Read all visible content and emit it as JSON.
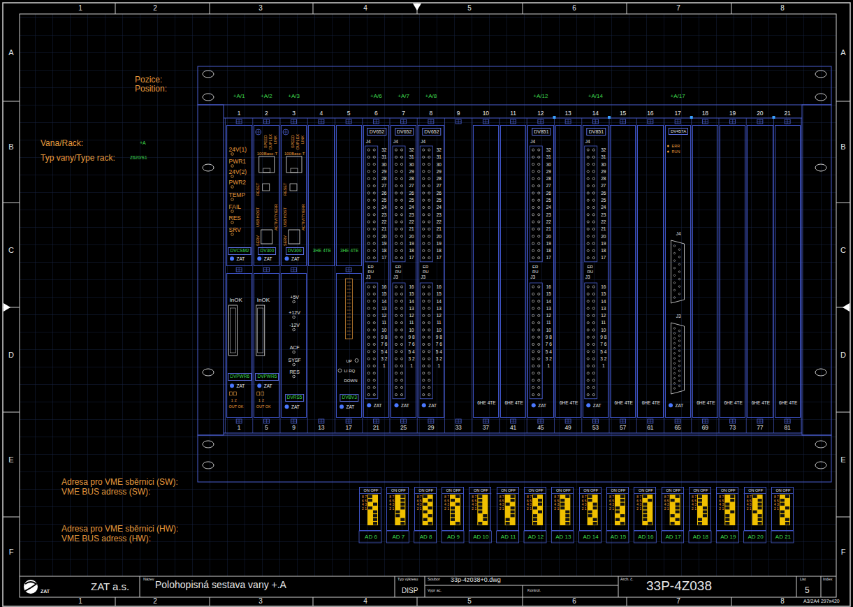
{
  "diagram": {
    "title": "Polohopisná sestava vany +.A",
    "nodes": [
      {
        "text": [
          "24V(1)",
          "PWR1",
          "24V(2)",
          "PWR2",
          "TEMP",
          "FAIL",
          "RES",
          "SRV",
          "DVCSM2",
          "ZAT"
        ]
      },
      {
        "text": [
          "SPEED",
          "DUPLEX",
          "LINK",
          "100Base-T",
          "RESET",
          "USB HOST",
          "ACTIVITY/ERR",
          "SERV",
          "DV300",
          "ZAT"
        ]
      },
      {
        "text": [
          "SPEED",
          "DUPLEX",
          "LINK",
          "100Base-T",
          "RESET",
          "USB HOST",
          "ACTIVITY/ERR",
          "SERV",
          "DV300",
          "ZAT"
        ]
      },
      {
        "text": [
          "3HE 4TE"
        ]
      },
      {
        "text": [
          "3HE 4TE"
        ]
      },
      {
        "text": [
          "DV652",
          "J4",
          "32 31 30 29 28 27 26 25 24 23 22 21 20 19 18 17",
          "ER RU",
          "J3",
          "16 15 14 13 12 11 10 9 8 7 6 5 4 3 2 1",
          "ZAT"
        ]
      },
      {
        "text": [
          "DV652",
          "J4",
          "32 31 30 29 28 27 26 25 24 23 22 21 20 19 18 17",
          "ER RU",
          "J3",
          "16 15 14 13 12 11 10 9 8 7 6 5 4 3 2 1",
          "ZAT"
        ]
      },
      {
        "text": [
          "DV652",
          "J4",
          "32 31 30 29 28 27 26 25 24 23 22 21 20 19 18 17",
          "ER RU",
          "J3",
          "16 15 14 13 12 11 10 9 8 7 6 5 4 3 2 1",
          "ZAT"
        ]
      },
      {
        "text": [
          "6HE 4TE"
        ]
      },
      {
        "text": [
          "6HE 4TE"
        ]
      },
      {
        "text": [
          "DV851",
          "J4",
          "32 31 30 29 28 27 26 25 24 23 22 21 20 19 18 17",
          "ER RU",
          "J3",
          "16 15 14 13 12 11 10 9 8 7 6 5 4 3 2 1",
          "ZAT"
        ]
      },
      {
        "text": [
          "6HE 4TE"
        ]
      },
      {
        "text": [
          "DV851",
          "J4",
          "32 31 30 29 28 27 26 25 24 23 22 21 20 19 18 17",
          "ER RU",
          "J3",
          "16 15 14 13 12 11 10 9 8 7 6 5 4 3 2 1",
          "ZAT"
        ]
      },
      {
        "text": [
          "6HE 4TE"
        ]
      },
      {
        "text": [
          "6HE 4TE"
        ]
      },
      {
        "text": [
          "DV457A",
          "ERR",
          "RUN",
          "J4",
          "J3",
          "ZAT"
        ]
      },
      {
        "text": [
          "6HE 4TE"
        ]
      },
      {
        "text": [
          "6HE 4TE"
        ]
      },
      {
        "text": [
          "6HE 4TE"
        ]
      },
      {
        "text": [
          "6HE 4TE"
        ]
      },
      {
        "text": [
          "InOK",
          "DVPWR6",
          "ZAT",
          "1 2",
          "OUT OK"
        ]
      },
      {
        "text": [
          "InOK",
          "DVPWR6",
          "ZAT",
          "1 2",
          "OUT OK"
        ]
      },
      {
        "text": [
          "+5V",
          "+12V",
          "-12V",
          "ACF",
          "SYSF",
          "RES",
          "DVRS5",
          "ZAT"
        ]
      },
      {
        "text": [
          "UP",
          "LI RQ",
          "DOWN",
          "DVBV3",
          "ZAT"
        ]
      },
      {
        "text": [
          "ON OFF",
          "8 7 6 5 4 3 2 1",
          "AD 6"
        ]
      },
      {
        "text": [
          "ON OFF",
          "8 7 6 5 4 3 2 1",
          "AD 7"
        ]
      },
      {
        "text": [
          "ON OFF",
          "8 7 6 5 4 3 2 1",
          "AD 8"
        ]
      },
      {
        "text": [
          "ON OFF",
          "8 7 6 5 4 3 2 1",
          "AD 9"
        ]
      },
      {
        "text": [
          "ON OFF",
          "8 7 6 5 4 3 2 1",
          "AD 10"
        ]
      },
      {
        "text": [
          "ON OFF",
          "8 7 6 5 4 3 2 1",
          "AD 11"
        ]
      },
      {
        "text": [
          "ON OFF",
          "8 7 6 5 4 3 2 1",
          "AD 12"
        ]
      },
      {
        "text": [
          "ON OFF",
          "8 7 6 5 4 3 2 1",
          "AD 13"
        ]
      },
      {
        "text": [
          "ON OFF",
          "8 7 6 5 4 3 2 1",
          "AD 14"
        ]
      },
      {
        "text": [
          "ON OFF",
          "8 7 6 5 4 3 2 1",
          "AD 15"
        ]
      },
      {
        "text": [
          "ON OFF",
          "8 7 6 5 4 3 2 1",
          "AD 16"
        ]
      },
      {
        "text": [
          "ON OFF",
          "8 7 6 5 4 3 2 1",
          "AD 17"
        ]
      },
      {
        "text": [
          "ON OFF",
          "8 7 6 5 4 3 2 1",
          "AD 18"
        ]
      },
      {
        "text": [
          "ON OFF",
          "8 7 6 5 4 3 2 1",
          "AD 19"
        ]
      },
      {
        "text": [
          "ON OFF",
          "8 7 6 5 4 3 2 1",
          "AD 20"
        ]
      },
      {
        "text": [
          "ON OFF",
          "8 7 6 5 4 3 2 1",
          "AD 21"
        ]
      }
    ],
    "labels": [
      "1",
      "2",
      "3",
      "4",
      "5",
      "6",
      "7",
      "8",
      "1",
      "2",
      "3",
      "4",
      "5",
      "6",
      "7",
      "8",
      "A",
      "B",
      "C",
      "D",
      "E",
      "F",
      "A",
      "B",
      "C",
      "D",
      "E",
      "F",
      "Pozice:",
      "Position:",
      "Vana/Rack:",
      "+A",
      "Typ vany/Type rack:",
      "Z620/S1",
      "+A/1",
      "+A/2",
      "+A/3",
      "+A/6",
      "+A/7",
      "+A/8",
      "+A/12",
      "+A/14",
      "+A/17",
      "1",
      "2",
      "3",
      "4",
      "5",
      "6",
      "7",
      "8",
      "9",
      "10",
      "11",
      "12",
      "13",
      "14",
      "15",
      "16",
      "17",
      "18",
      "19",
      "20",
      "21",
      "1",
      "5",
      "9",
      "13",
      "17",
      "21",
      "25",
      "29",
      "33",
      "37",
      "41",
      "45",
      "49",
      "53",
      "57",
      "61",
      "65",
      "69",
      "73",
      "77",
      "81",
      "Adresa pro VME sběrnici (SW):",
      "VME BUS adress (SW):",
      "Adresa pro VME sběrnici (HW):",
      "VME BUS adress (HW):",
      "ZAT a.s.",
      "Název",
      "Typ výkresu",
      "DISP",
      "Soubor",
      "33p-4z038+0.dwg",
      "Vypr ac.",
      "Kontrol.",
      "Arch. č.",
      "33P-4Z038",
      "List",
      "5",
      "Index",
      "A3/2A4 297x420",
      "ZAT"
    ]
  }
}
